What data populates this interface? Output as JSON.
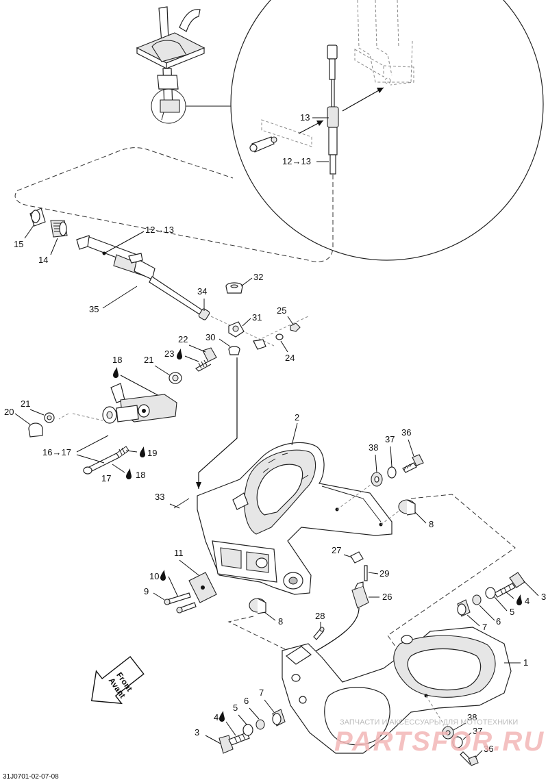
{
  "diagram": {
    "drawing_code": "31J0701-02-07-08",
    "front_badge": {
      "line1": "Front",
      "line2": "Avant"
    },
    "callouts": {
      "c13_detail": "13",
      "c12to13_detail": "12→13",
      "c12to13_cable": "12→13",
      "c15": "15",
      "c14": "14",
      "c35": "35",
      "c34": "34",
      "c32": "32",
      "c31": "31",
      "c30": "30",
      "c25": "25",
      "c24": "24",
      "c22": "22",
      "c23": "23",
      "c21_top": "21",
      "c18_top": "18",
      "c21_left": "21",
      "c20": "20",
      "c16to17": "16→17",
      "c19": "19",
      "c17": "17",
      "c18_bottom": "18",
      "c2": "2",
      "c33": "33",
      "c38_top": "38",
      "c37_top": "37",
      "c36_top": "36",
      "c8_right": "8",
      "c11": "11",
      "c10": "10",
      "c9": "9",
      "c8_lower": "8",
      "c27": "27",
      "c29": "29",
      "c26": "26",
      "c28": "28",
      "c3_right": "3",
      "c4_right": "4",
      "c5_right": "5",
      "c6_right": "6",
      "c7_right": "7",
      "c1": "1",
      "c4_left": "4",
      "c5_left": "5",
      "c6_left": "6",
      "c7_left": "7",
      "c3_left": "3",
      "c38_bottom": "38",
      "c37_bottom": "37",
      "c36_bottom": "36"
    },
    "watermark": {
      "line1": "ЗАПЧАСТИ И АКСЕССУАРЫ ДЛЯ МОТОТЕХНИКИ",
      "line2": "PARTSFOR.RU"
    },
    "icons": [
      "oil-drop-icon",
      "front-arrow-icon"
    ]
  }
}
